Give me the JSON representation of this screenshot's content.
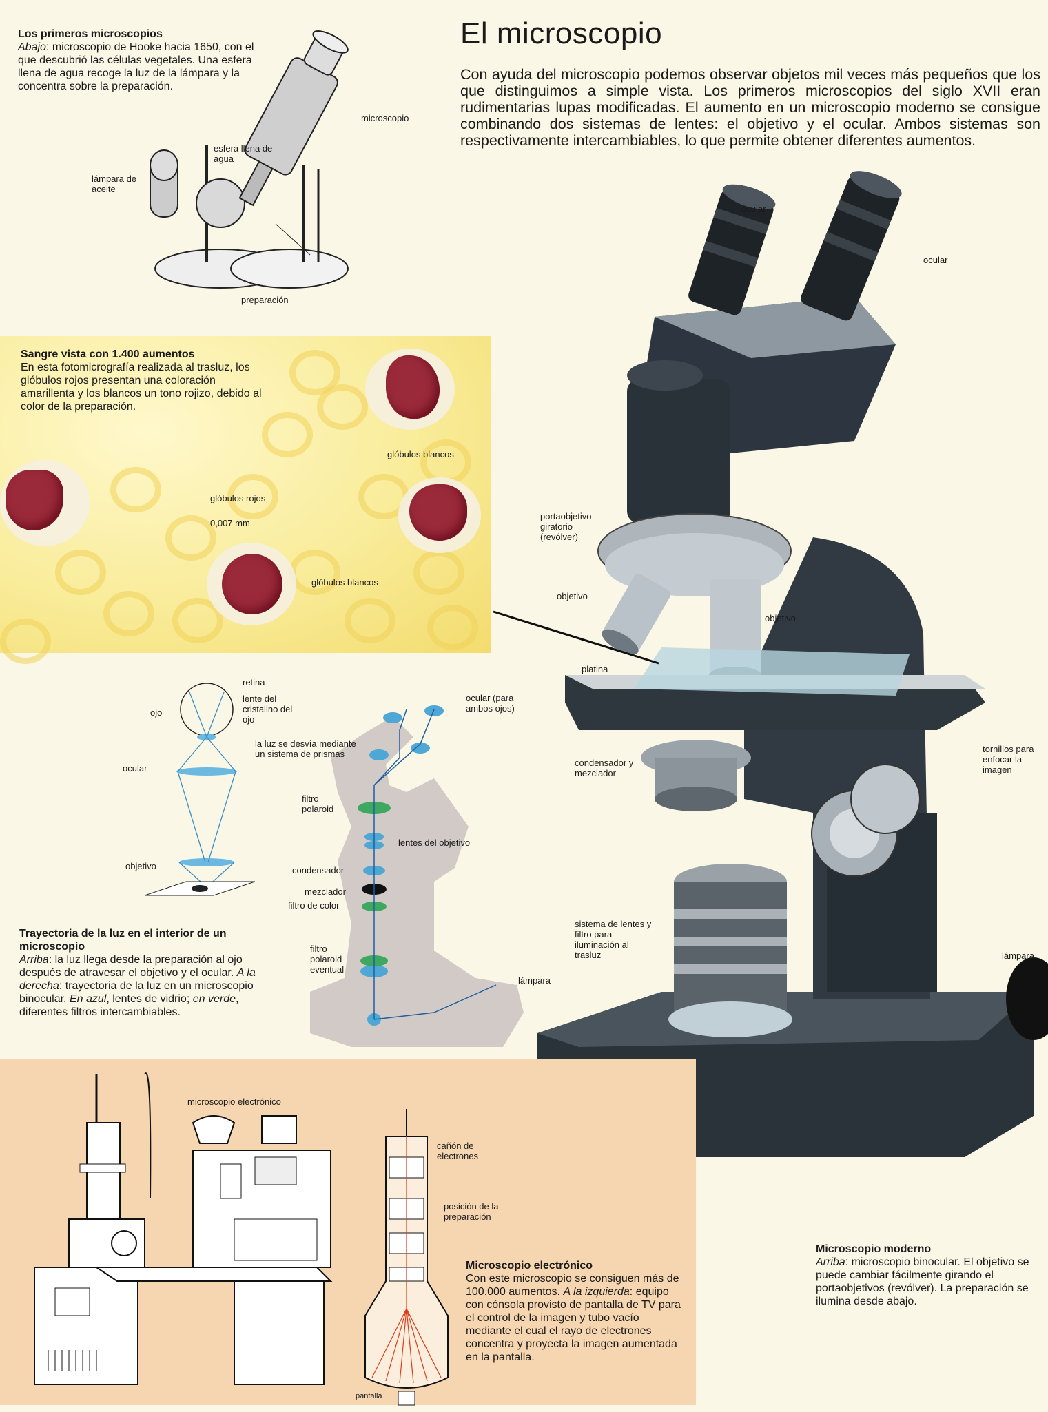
{
  "title": "El microscopio",
  "intro": "Con ayuda del microscopio podemos observar objetos mil veces más pequeños que los que distinguimos a simple vista. Los primeros microscopios del siglo XVII eran rudimentarias lupas modificadas. El aumento en un microscopio moderno se consigue combinando dos sistemas de lentes: el objetivo y el ocular. Ambos sistemas son respectivamente intercambiables, lo que permite obtener diferentes aumentos.",
  "hooke": {
    "title": "Los primeros microscopios",
    "lead": "Abajo",
    "body": ": microscopio de Hooke hacia 1650, con el que descubrió las células vegetales. Una esfera llena de agua recoge la luz de la lámpara y la concentra sobre la preparación.",
    "labels": {
      "microscopio": "microscopio",
      "esfera": "esfera llena de agua",
      "lampara": "lámpara de aceite",
      "preparacion": "preparación"
    }
  },
  "blood": {
    "title": "Sangre vista con 1.400 aumentos",
    "body": "En esta fotomicrografía realizada al trasluz, los glóbulos rojos presentan una coloración amarillenta y los blancos un tono rojizo, debido al color de la preparación.",
    "labels": {
      "blancos1": "glóbulos blancos",
      "rojos": "glóbulos rojos",
      "scale": "0,007 mm",
      "blancos2": "glóbulos blancos"
    }
  },
  "path": {
    "labels": {
      "retina": "retina",
      "ojo": "ojo",
      "lente": "lente del cristalino del ojo",
      "ocular": "ocular",
      "objetivo": "objetivo"
    },
    "title": "Trayectoria de la luz en el interior de un microscopio",
    "lead1": "Arriba",
    "body1": ": la luz llega desde la preparación al ojo después de atravesar el objetivo y el ocular. ",
    "lead2": "A la derecha",
    "body2": ": trayectoria de la luz en un microscopio binocular. ",
    "lead3": "En azul",
    "body3": ", lentes de vidrio; ",
    "lead4": "en verde",
    "body4": ", diferentes filtros intercambiables."
  },
  "binocular_path": {
    "ocular": "ocular (para ambos ojos)",
    "prismas": "la luz se desvía mediante un sistema de prismas",
    "filtro_polaroid": "filtro polaroid",
    "lentes_objetivo": "lentes del objetivo",
    "condensador": "condensador",
    "mezclador": "mezclador",
    "filtro_color": "filtro de color",
    "filtro_eventual": "filtro polaroid eventual",
    "lampara": "lámpara"
  },
  "modern": {
    "labels": {
      "ocular1": "ocular",
      "ocular2": "ocular",
      "portaobjetivo": "portaobjetivo giratorio (revólver)",
      "objetivo1": "objetivo",
      "objetivo2": "objetivo",
      "platina": "platina",
      "condensador": "condensador y mezclador",
      "tornillos": "tornillos para enfocar la imagen",
      "sistema": "sistema de lentes y filtro para iluminación al trasluz",
      "lampara": "lámpara"
    },
    "title": "Microscopio moderno",
    "lead": "Arriba",
    "body": ": microscopio binocular. El objetivo se puede cambiar fácilmente girando el portaobjetivos (revólver). La preparación se ilumina desde abajo."
  },
  "electron": {
    "labels": {
      "microscopio": "microscopio electrónico",
      "canon": "cañón de electrones",
      "posicion": "posición de la preparación",
      "pantalla": "pantalla"
    },
    "title": "Microscopio electrónico",
    "body1": "Con este microscopio se consiguen más de 100.000 aumentos. ",
    "lead": "A la izquierda",
    "body2": ": equipo con cónsola provisto de pantalla de TV para el control de la imagen y tubo vacío mediante el cual el rayo de electrones concentra y proyecta la imagen aumentada en la pantalla."
  },
  "colors": {
    "lens_blue": "#4fa7d6",
    "filter_green": "#3fa860",
    "electron_beam": "#e23a1a",
    "microscope_body": "#2d3640"
  }
}
